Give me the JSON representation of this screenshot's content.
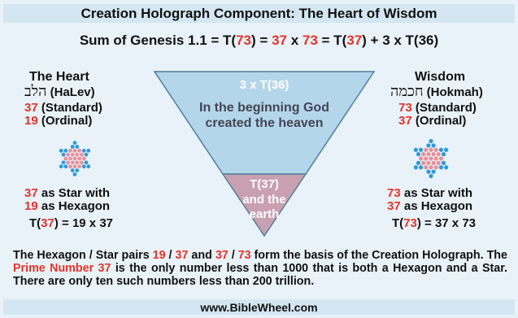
{
  "title": "Creation Holograph Component: The Heart of Wisdom",
  "sum": {
    "prefix": "Sum of Genesis 1.1 = T(",
    "n73a": "73",
    "mid1": ") = ",
    "n37a": "37",
    "x1": " x ",
    "n73b": "73",
    "mid2": " = T(",
    "n37b": "37",
    "suffix": ") + 3 x T(36)"
  },
  "left": {
    "heading": "The Heart",
    "hebrew": "הלב",
    "translit": " (HaLev)",
    "std_value": "37",
    "std_label": " (Standard)",
    "ord_value": "19",
    "ord_label": " (Ordinal)",
    "star_line1_num": "37",
    "star_line1_text": " as Star with",
    "star_line2_num": "19",
    "star_line2_text": " as Hexagon",
    "eq_pre": "T(",
    "eq_a": "37",
    "eq_mid": ") = ",
    "eq_b": "19",
    "eq_x": " x ",
    "eq_c": "37"
  },
  "right": {
    "heading": "Wisdom",
    "hebrew": "חכמה",
    "translit": " (Hokmah)",
    "std_value": "73",
    "std_label": " (Standard)",
    "ord_value": "37",
    "ord_label": " (Ordinal)",
    "star_line1_num": "73",
    "star_line1_text": " as Star with",
    "star_line2_num": "37",
    "star_line2_text": " as Hexagon",
    "eq_pre": "T(",
    "eq_a": "73",
    "eq_mid": ") = ",
    "eq_b": "37",
    "eq_x": " x ",
    "eq_c": "73"
  },
  "triangle": {
    "top_line1": "3 x T(36)",
    "top_line2": "In the beginning God",
    "top_line3": "created the heaven",
    "bottom_line1": "T(37)",
    "bottom_line2": "and the",
    "bottom_line3": "earth"
  },
  "paragraph": {
    "p1": "The Hexagon / Star pairs ",
    "n19": "19",
    "p2": " / ",
    "n37": "37",
    "p3": " and ",
    "n37b": "37",
    "p4": " / ",
    "n73": "73",
    "p5": "  form  the  basis  of  the Creation Holograph. The ",
    "prime": "Prime Number 37",
    "p6": " is the only number  less than 1000 that is both a Hexagon and a Star. There are only ten such numbers less than 200 trillion."
  },
  "footer": "www.BibleWheel.com",
  "colors": {
    "background": "#e9f2f8",
    "band": "#d4e6f1",
    "accent_red": "#e3342b",
    "triangle_top": "#b3d6ea",
    "triangle_bottom": "#c9a0b0",
    "dot_pink": "#e8909a",
    "dot_blue": "#2f9ad8"
  }
}
